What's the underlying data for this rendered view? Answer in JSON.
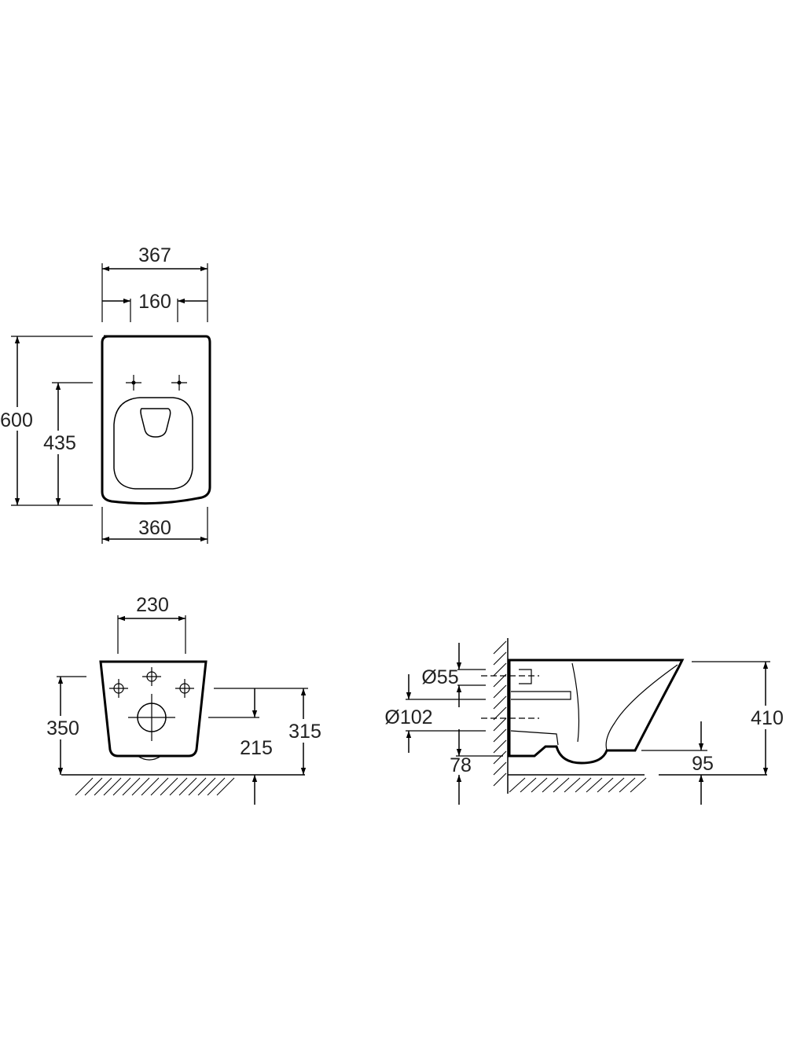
{
  "colors": {
    "line": "#000000",
    "text": "#222222",
    "background": "#ffffff"
  },
  "top_view": {
    "overall_width": "367",
    "fixing_spacing": "160",
    "overall_length": "600",
    "fixing_to_front": "435",
    "front_width": "360"
  },
  "front_view": {
    "fixing_spacing": "230",
    "fixing_height": "350",
    "outlet_height": "215",
    "top_rim_height": "315"
  },
  "side_view": {
    "inlet_diameter": "Ø55",
    "outlet_diameter": "Ø102",
    "bottom_clearance": "78",
    "overall_height": "410",
    "front_clearance": "95"
  }
}
